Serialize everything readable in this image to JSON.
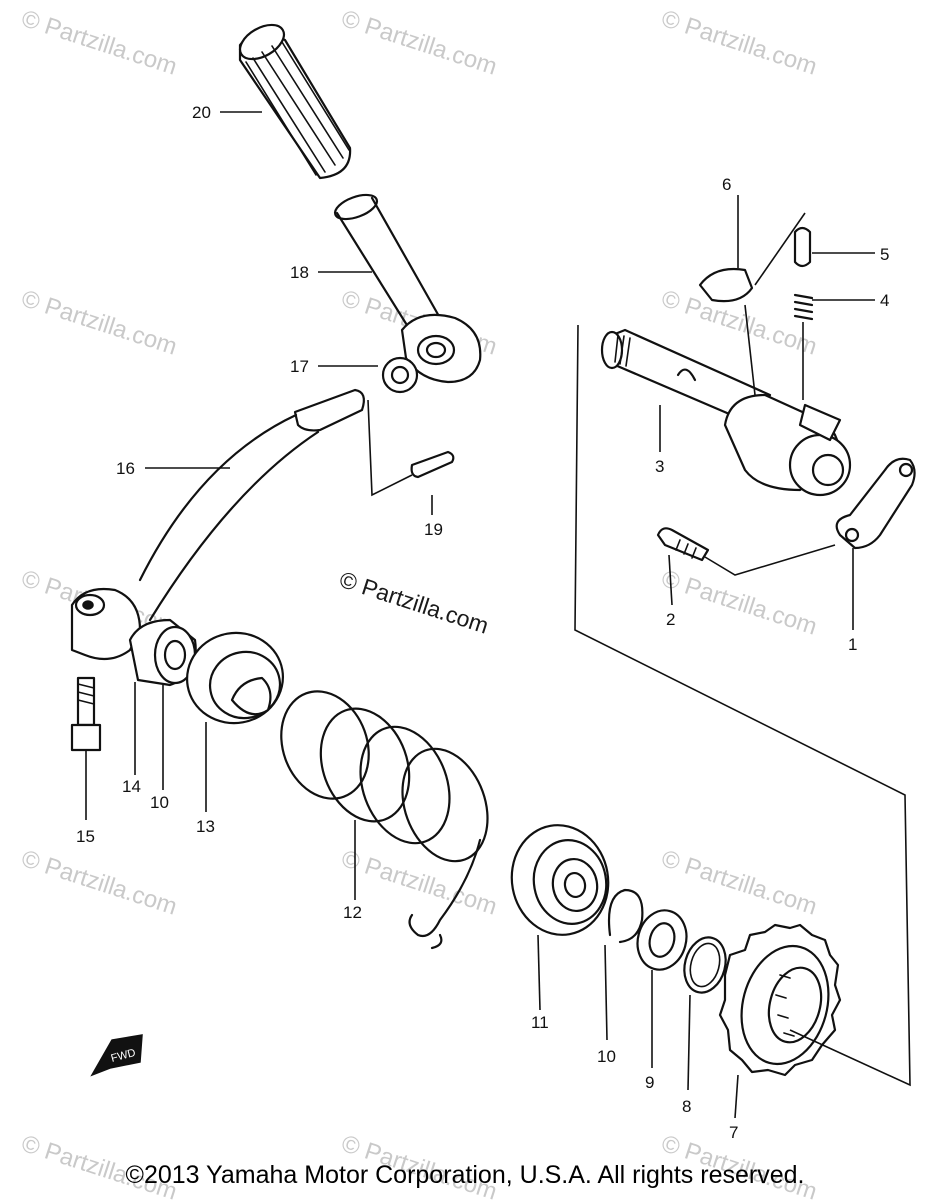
{
  "diagram": {
    "copyright": "©2013 Yamaha Motor Corporation, U.S.A. All rights reserved.",
    "watermark_center": "© Partzilla.com",
    "watermark_tile": "© Partzilla.com",
    "callouts": {
      "p1": "1",
      "p2": "2",
      "p3": "3",
      "p4": "4",
      "p5": "5",
      "p6": "6",
      "p7": "7",
      "p8": "8",
      "p9": "9",
      "p10a": "10",
      "p10b": "10",
      "p11": "11",
      "p12": "12",
      "p13": "13",
      "p14": "14",
      "p15": "15",
      "p16": "16",
      "p17": "17",
      "p18": "18",
      "p19": "19",
      "p20": "20"
    },
    "front_arrow_label": "FWD",
    "colors": {
      "ink": "#111111",
      "watermark": "#c9c9c9",
      "background": "#ffffff"
    }
  }
}
